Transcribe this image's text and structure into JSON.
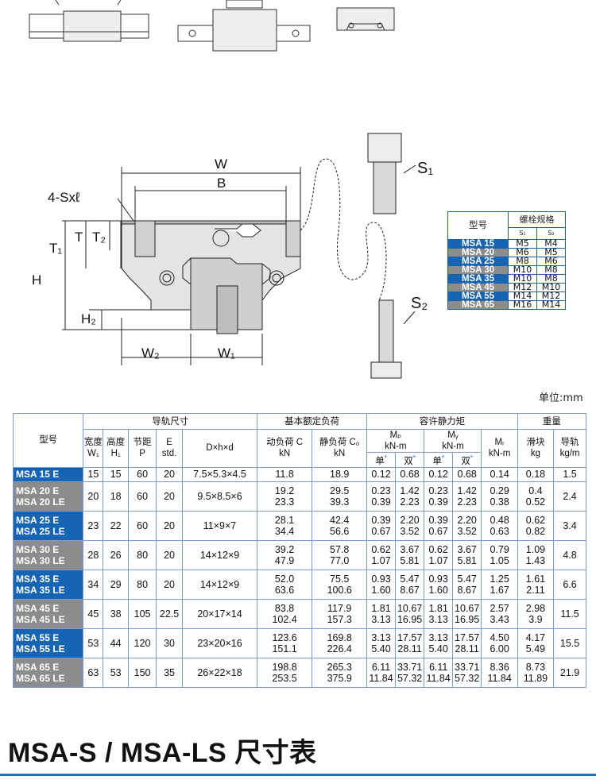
{
  "drawing": {
    "W": "W",
    "B": "B",
    "sxl": "4-Sxℓ",
    "T1": "T₁",
    "T": "T",
    "T2": "T₂",
    "H": "H",
    "H2": "H₂",
    "W2": "W₂",
    "W1": "W₁",
    "S1": "S₁",
    "S2": "S₂"
  },
  "bolt_table": {
    "header_model": "型号",
    "header_spec": "螺栓规格",
    "header_s1": "S₁",
    "header_s2": "S₂",
    "rows": [
      {
        "model": "MSA 15",
        "s1": "M5",
        "s2": "M4",
        "color": "blue"
      },
      {
        "model": "MSA 20",
        "s1": "M6",
        "s2": "M5",
        "color": "gray"
      },
      {
        "model": "MSA 25",
        "s1": "M8",
        "s2": "M6",
        "color": "blue"
      },
      {
        "model": "MSA 30",
        "s1": "M10",
        "s2": "M8",
        "color": "gray"
      },
      {
        "model": "MSA 35",
        "s1": "M10",
        "s2": "M8",
        "color": "blue"
      },
      {
        "model": "MSA 45",
        "s1": "M12",
        "s2": "M10",
        "color": "gray"
      },
      {
        "model": "MSA 55",
        "s1": "M14",
        "s2": "M12",
        "color": "blue"
      },
      {
        "model": "MSA 65",
        "s1": "M16",
        "s2": "M14",
        "color": "gray"
      }
    ]
  },
  "unit": "单位:mm",
  "main_table": {
    "h_model": "型号",
    "h_rail": "导轨尺寸",
    "h_load": "基本额定负荷",
    "h_moment": "容许静力矩",
    "h_weight": "重量",
    "h_w1": "宽度",
    "h_w1s": "W₁",
    "h_h1": "高度",
    "h_h1s": "H₁",
    "h_p": "节距",
    "h_ps": "P",
    "h_e": "E",
    "h_es": "std.",
    "h_dhd": "D×h×d",
    "h_c": "动负荷 C",
    "h_cu": "kN",
    "h_c0": "静负荷 C₀",
    "h_c0u": "kN",
    "h_mp": "Mₚ",
    "h_mpu": "kN-m",
    "h_my": "Mᵧ",
    "h_myu": "kN-m",
    "h_mr": "Mᵣ",
    "h_mru": "kN-m",
    "h_block": "滑块",
    "h_blocku": "kg",
    "h_railw": "导轨",
    "h_railwu": "kg/m",
    "h_single": "单",
    "h_double": "双",
    "star": "*",
    "rows": [
      {
        "models": [
          "MSA 15 E"
        ],
        "w1": "15",
        "h1": "15",
        "p": "60",
        "e": "20",
        "dhd": "7.5×5.3×4.5",
        "c": [
          "11.8"
        ],
        "c0": [
          "18.9"
        ],
        "mp1": [
          "0.12"
        ],
        "mp2": [
          "0.68"
        ],
        "my1": [
          "0.12"
        ],
        "my2": [
          "0.68"
        ],
        "mr": [
          "0.14"
        ],
        "block": [
          "0.18"
        ],
        "rail": "1.5",
        "color": "blue"
      },
      {
        "models": [
          "MSA 20 E",
          "MSA 20 LE"
        ],
        "w1": "20",
        "h1": "18",
        "p": "60",
        "e": "20",
        "dhd": "9.5×8.5×6",
        "c": [
          "19.2",
          "23.3"
        ],
        "c0": [
          "29.5",
          "39.3"
        ],
        "mp1": [
          "0.23",
          "0.39"
        ],
        "mp2": [
          "1.42",
          "2.23"
        ],
        "my1": [
          "0.23",
          "0.39"
        ],
        "my2": [
          "1.42",
          "2.23"
        ],
        "mr": [
          "0.29",
          "0.38"
        ],
        "block": [
          "0.4",
          "0.52"
        ],
        "rail": "2.4",
        "color": "gray"
      },
      {
        "models": [
          "MSA 25 E",
          "MSA 25 LE"
        ],
        "w1": "23",
        "h1": "22",
        "p": "60",
        "e": "20",
        "dhd": "11×9×7",
        "c": [
          "28.1",
          "34.4"
        ],
        "c0": [
          "42.4",
          "56.6"
        ],
        "mp1": [
          "0.39",
          "0.67"
        ],
        "mp2": [
          "2.20",
          "3.52"
        ],
        "my1": [
          "0.39",
          "0.67"
        ],
        "my2": [
          "2.20",
          "3.52"
        ],
        "mr": [
          "0.48",
          "0.63"
        ],
        "block": [
          "0.62",
          "0.82"
        ],
        "rail": "3.4",
        "color": "blue"
      },
      {
        "models": [
          "MSA 30 E",
          "MSA 30 LE"
        ],
        "w1": "28",
        "h1": "26",
        "p": "80",
        "e": "20",
        "dhd": "14×12×9",
        "c": [
          "39.2",
          "47.9"
        ],
        "c0": [
          "57.8",
          "77.0"
        ],
        "mp1": [
          "0.62",
          "1.07"
        ],
        "mp2": [
          "3.67",
          "5.81"
        ],
        "my1": [
          "0.62",
          "1.07"
        ],
        "my2": [
          "3.67",
          "5.81"
        ],
        "mr": [
          "0.79",
          "1.05"
        ],
        "block": [
          "1.09",
          "1.43"
        ],
        "rail": "4.8",
        "color": "gray"
      },
      {
        "models": [
          "MSA 35 E",
          "MSA 35 LE"
        ],
        "w1": "34",
        "h1": "29",
        "p": "80",
        "e": "20",
        "dhd": "14×12×9",
        "c": [
          "52.0",
          "63.6"
        ],
        "c0": [
          "75.5",
          "100.6"
        ],
        "mp1": [
          "0.93",
          "1.60"
        ],
        "mp2": [
          "5.47",
          "8.67"
        ],
        "my1": [
          "0.93",
          "1.60"
        ],
        "my2": [
          "5.47",
          "8.67"
        ],
        "mr": [
          "1.25",
          "1.67"
        ],
        "block": [
          "1.61",
          "2.11"
        ],
        "rail": "6.6",
        "color": "blue"
      },
      {
        "models": [
          "MSA 45 E",
          "MSA 45 LE"
        ],
        "w1": "45",
        "h1": "38",
        "p": "105",
        "e": "22.5",
        "dhd": "20×17×14",
        "c": [
          "83.8",
          "102.4"
        ],
        "c0": [
          "117.9",
          "157.3"
        ],
        "mp1": [
          "1.81",
          "3.13"
        ],
        "mp2": [
          "10.67",
          "16.95"
        ],
        "my1": [
          "1.81",
          "3.13"
        ],
        "my2": [
          "10.67",
          "16.95"
        ],
        "mr": [
          "2.57",
          "3.43"
        ],
        "block": [
          "2.98",
          "3.9"
        ],
        "rail": "11.5",
        "color": "gray"
      },
      {
        "models": [
          "MSA 55 E",
          "MSA 55 LE"
        ],
        "w1": "53",
        "h1": "44",
        "p": "120",
        "e": "30",
        "dhd": "23×20×16",
        "c": [
          "123.6",
          "151.1"
        ],
        "c0": [
          "169.8",
          "226.4"
        ],
        "mp1": [
          "3.13",
          "5.40"
        ],
        "mp2": [
          "17.57",
          "28.11"
        ],
        "my1": [
          "3.13",
          "5.40"
        ],
        "my2": [
          "17.57",
          "28.11"
        ],
        "mr": [
          "4.50",
          "6.00"
        ],
        "block": [
          "4.17",
          "5.49"
        ],
        "rail": "15.5",
        "color": "blue"
      },
      {
        "models": [
          "MSA 65 E",
          "MSA 65 LE"
        ],
        "w1": "63",
        "h1": "53",
        "p": "150",
        "e": "35",
        "dhd": "26×22×18",
        "c": [
          "198.8",
          "253.5"
        ],
        "c0": [
          "265.3",
          "375.9"
        ],
        "mp1": [
          "6.11",
          "11.84"
        ],
        "mp2": [
          "33.71",
          "57.32"
        ],
        "my1": [
          "6.11",
          "11.84"
        ],
        "my2": [
          "33.71",
          "57.32"
        ],
        "mr": [
          "8.36",
          "11.84"
        ],
        "block": [
          "8.73",
          "11.89"
        ],
        "rail": "21.9",
        "color": "gray"
      }
    ]
  },
  "title": "MSA-S / MSA-LS 尺寸表",
  "colors": {
    "blue": "#1665b5",
    "gray": "#8c8c8c",
    "rule": "#1f6fc1"
  }
}
